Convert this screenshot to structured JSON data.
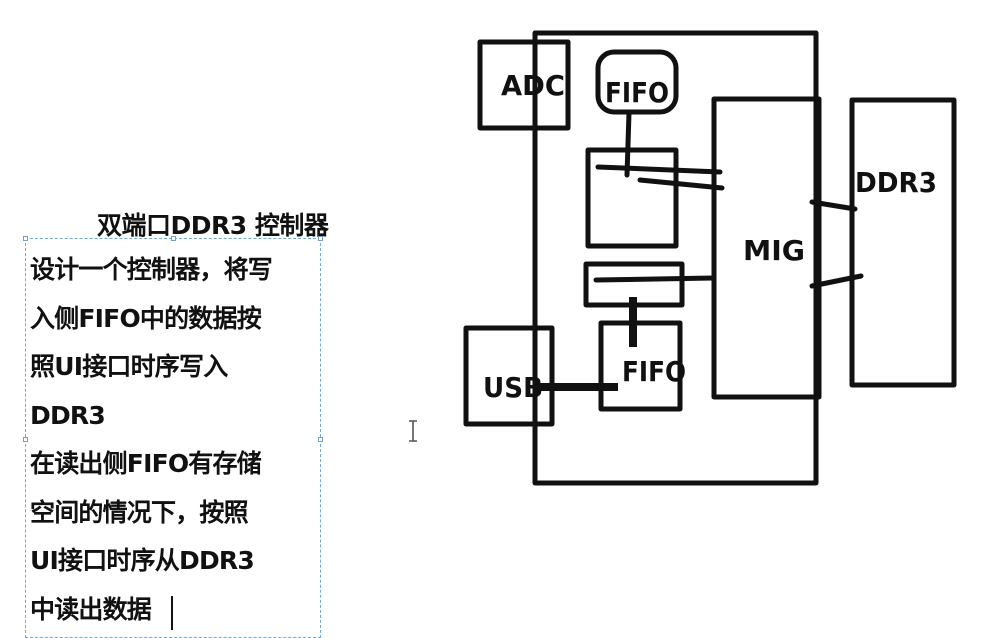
{
  "title": "双端口DDR3 控制器",
  "description_lines": [
    "设计一个控制器，将写",
    "入侧FIFO中的数据按",
    "照UI接口时序写入",
    "DDR3",
    "在读出侧FIFO有存储",
    "空间的情况下，按照",
    "UI接口时序从DDR3",
    "中读出数据"
  ],
  "diagram": {
    "adc_label": "ADC",
    "fifo_write_label": "FIFO",
    "mig_label": "MIG",
    "ddr3_label": "DDR3",
    "usb_label": "USB",
    "fifo_read_label": "FIFO"
  }
}
